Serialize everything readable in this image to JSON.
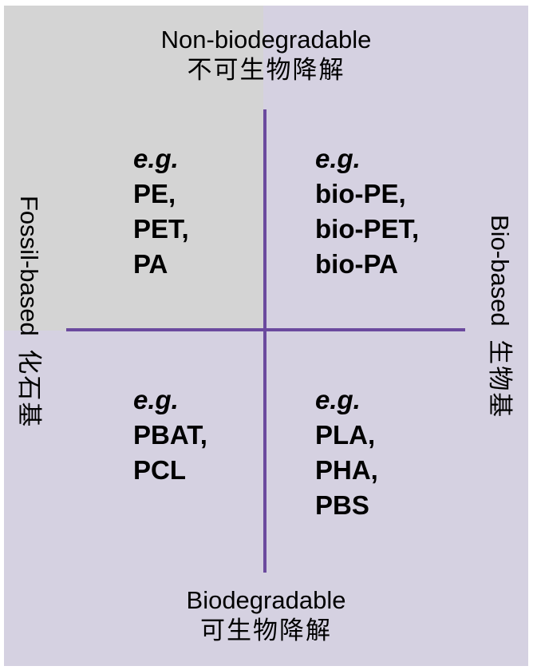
{
  "axes": {
    "top": {
      "en": "Non-biodegradable",
      "zh": "不可生物降解"
    },
    "bottom": {
      "en": "Biodegradable",
      "zh": "可生物降解"
    },
    "left": {
      "en": "Fossil-based",
      "zh": "化石基"
    },
    "right": {
      "en": "Bio-based",
      "zh": "生物基"
    }
  },
  "quadrants": {
    "top_left": {
      "eg": "e.g.",
      "items": [
        "PE,",
        "PET,",
        "PA"
      ]
    },
    "top_right": {
      "eg": "e.g.",
      "items": [
        "bio-PE,",
        "bio-PET,",
        "bio-PA"
      ]
    },
    "bottom_left": {
      "eg": "e.g.",
      "items": [
        "PBAT,",
        "PCL"
      ]
    },
    "bottom_right": {
      "eg": "e.g.",
      "items": [
        "PLA,",
        "PHA,",
        "PBS"
      ]
    }
  },
  "colors": {
    "background": "#d5d1e1",
    "fossil_nonbio_block": "#d4d4d4",
    "axis_lines": "#6b4a9e"
  }
}
